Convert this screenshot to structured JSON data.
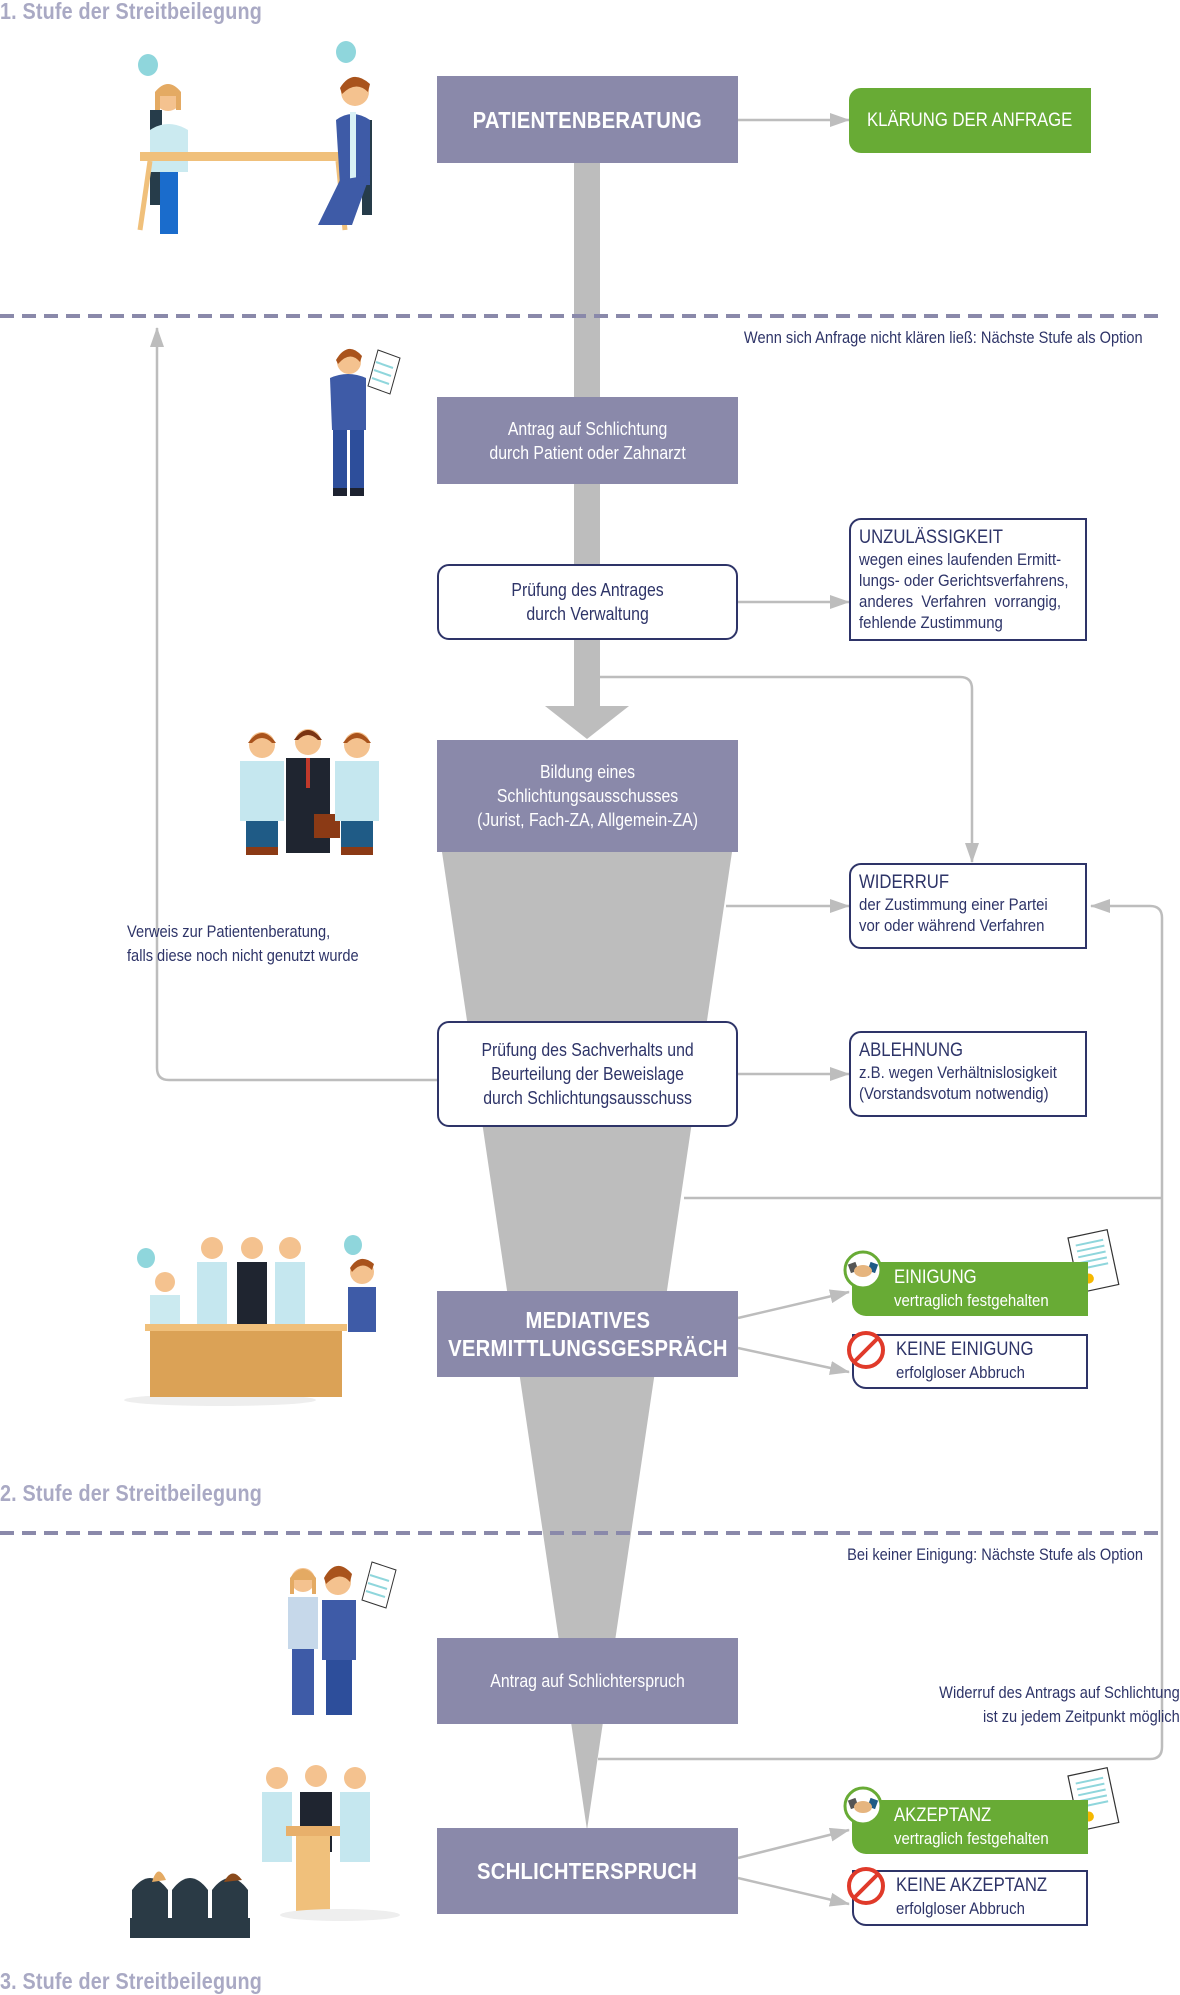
{
  "stages": [
    {
      "label": "1. Stufe der Streitbeilegung"
    },
    {
      "label": "2. Stufe der Streitbeilegung"
    },
    {
      "label": "3. Stufe der Streitbeilegung"
    }
  ],
  "colors": {
    "process_box": "#8a89aa",
    "outline_navy": "#2e3468",
    "success_green": "#68ab35",
    "connector_gray": "#bdbdbd",
    "stage_label": "#a9a9c4",
    "prohibit_red": "#e03a2a"
  },
  "stage1": {
    "main": "PATIENTENBERATUNG",
    "outcome": "KLÄRUNG DER ANFRAGE",
    "next_note": "Wenn sich Anfrage nicht klären ließ: Nächste Stufe als Option"
  },
  "stage2": {
    "antrag": {
      "line1": "Antrag auf Schlichtung",
      "line2": "durch Patient oder Zahnarzt"
    },
    "pruefung_antrag": {
      "line1": "Prüfung des Antrages",
      "line2": "durch Verwaltung"
    },
    "unzulaessigkeit": {
      "title": "UNZULÄSSIGKEIT",
      "body": "wegen eines laufenden Ermitt-lungs- oder Gerichtsverfahrens, anderes Verfahren vorrangig, fehlende Zustimmung",
      "lines": [
        "wegen eines laufenden Ermitt-",
        "lungs- oder Gerichtsverfahrens,",
        "anderes  Verfahren  vorrangig,",
        "fehlende Zustimmung"
      ]
    },
    "bildung": {
      "line1": "Bildung eines",
      "line2": "Schlichtungsausschusses",
      "line3": "(Jurist, Fach-ZA, Allgemein-ZA)"
    },
    "widerruf": {
      "title": "WIDERRUF",
      "lines": [
        "der Zustimmung einer Partei",
        "vor oder während Verfahren"
      ]
    },
    "verweis_note": {
      "line1": "Verweis zur Patientenberatung,",
      "line2": "falls diese noch nicht genutzt wurde"
    },
    "pruefung_sachverhalt": {
      "line1": "Prüfung des Sachverhalts und",
      "line2": "Beurteilung der Beweislage",
      "line3": "durch Schlichtungsausschuss"
    },
    "ablehnung": {
      "title": "ABLEHNUNG",
      "lines": [
        "z.B. wegen Verhältnislosigkeit",
        "(Vorstandsvotum notwendig)"
      ]
    },
    "mediation": {
      "line1": "MEDIATIVES",
      "line2": "VERMITTLUNGSGESPRÄCH"
    },
    "einigung": {
      "title": "EINIGUNG",
      "sub": "vertraglich festgehalten"
    },
    "keine_einigung": {
      "title": "KEINE EINIGUNG",
      "sub": "erfolgloser Abbruch"
    },
    "next_note": "Bei keiner Einigung: Nächste Stufe als Option"
  },
  "stage3": {
    "antrag": "Antrag auf Schlichterspruch",
    "widerruf_note": {
      "line1": "Widerruf des Antrags auf Schlichtung",
      "line2": "ist zu jedem Zeitpunkt möglich"
    },
    "main": "SCHLICHTERSPRUCH",
    "akzeptanz": {
      "title": "AKZEPTANZ",
      "sub": "vertraglich festgehalten"
    },
    "keine_akzeptanz": {
      "title": "KEINE AKZEPTANZ",
      "sub": "erfolgloser Abbruch"
    }
  },
  "icons": {
    "consultation": "patient-and-dentist-at-table-illustration",
    "applicant": "man-holding-document-illustration",
    "committee": "arbitration-committee-illustration",
    "mediation": "mediation-meeting-illustration",
    "couple": "couple-with-document-illustration",
    "verdict": "arbitration-verdict-podium-illustration",
    "success": "handshake-icon",
    "contract": "certificate-document-icon",
    "failure": "prohibited-icon"
  }
}
